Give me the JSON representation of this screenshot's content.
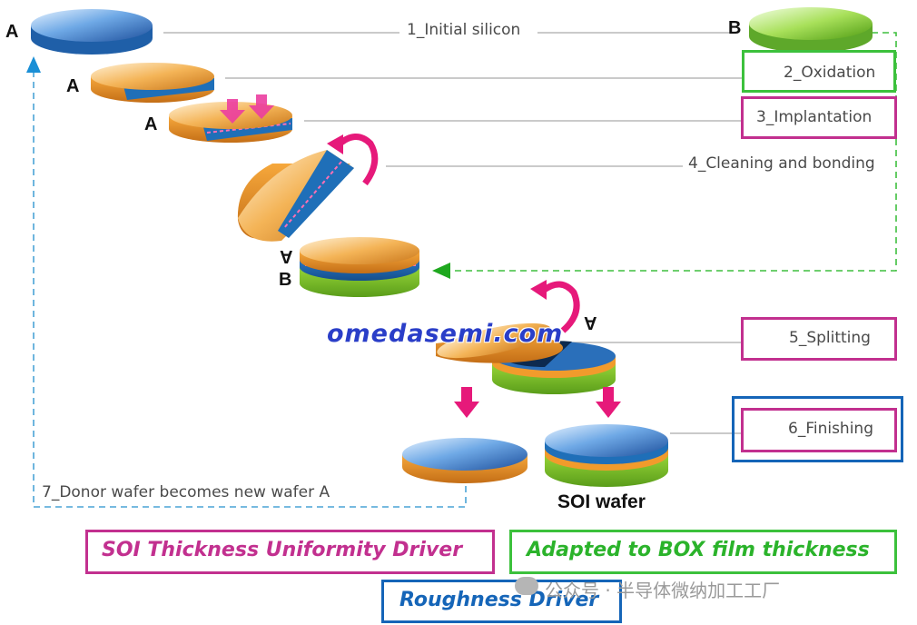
{
  "steps": {
    "s1": "1_Initial silicon",
    "s2": "2_Oxidation",
    "s3": "3_Implantation",
    "s4": "4_Cleaning and bonding",
    "s5": "5_Splitting",
    "s6": "6_Finishing",
    "s7": "7_Donor wafer becomes new wafer A"
  },
  "wafer_labels": {
    "a": "A",
    "b": "B",
    "a_flipped": "A"
  },
  "soi_label": "SOI wafer",
  "drivers": {
    "thickness": "SOI Thickness Uniformity Driver",
    "box": "Adapted to BOX film thickness",
    "roughness": "Roughness Driver"
  },
  "watermark": "omedasemi.com",
  "wechat_caption": "公众号 · 半导体微纳加工工厂",
  "colors": {
    "magenta_box": "#c2308f",
    "green_box": "#3cc13c",
    "blue_box": "#1565b8",
    "dash_blue": "#4aa3d6",
    "dash_green": "#3fbf3f",
    "arrow_pink": "#e6197a",
    "silicon_orange": "#f0a030",
    "oxide_blue": "#1f6fb8",
    "wafer_green": "#8ccc2a"
  }
}
